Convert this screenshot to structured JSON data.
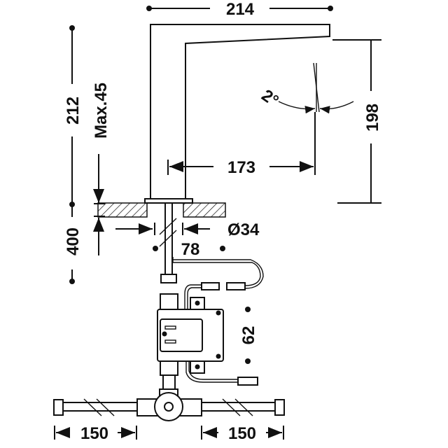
{
  "drawing": {
    "dimensions": {
      "faucet_width": "214",
      "total_height": "212",
      "max_counter": "Max.45",
      "spout_height": "198",
      "spout_reach": "173",
      "angle": "2°",
      "below_counter": "400",
      "hole_diameter": "Ø34",
      "hose_offset": "78",
      "box_height": "62",
      "left_hose": "150",
      "right_hose": "150"
    },
    "color": "#111111"
  }
}
